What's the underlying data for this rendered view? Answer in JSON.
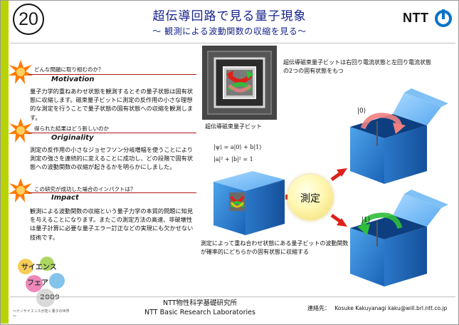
{
  "badge_number": "20",
  "title": {
    "main": "超伝導回路で見る量子現象",
    "sub": "～ 観測による波動関数の収縮を見る～"
  },
  "brand": {
    "name": "NTT"
  },
  "sections": [
    {
      "question": "どんな問題に取り組むのか？",
      "english": "Motivation",
      "body": "量子力学的重ねあわせ状態を観測するとその量子状態は固有状態に収縮します。磁束量子ビットに測定の反作用の小さな理想的な測定を行うことで量子状態の固有状態への収縮を観測します。"
    },
    {
      "question": "得られた結果はどう新しいのか",
      "english": "Originality",
      "body": "測定の反作用の小さなジョセフソン分岐増幅を使うことにより測定の強さを連続的に変えることに成功し、どの段階で固有状態への波動関数の収縮が起きるかを明らかにしました。"
    },
    {
      "question": "この研究が成功した場合のインパクトは？",
      "english": "Impact",
      "body": "観測による波動関数の収縮という量子力学の本質的問題に知見を与えることになります。またこの測定方法の高速、非破壊性は量子計算に必要な量子エラー訂正などの実現にも欠かせない技術です。"
    }
  ],
  "diagram": {
    "photo_caption": "超伝導磁束量子ビット",
    "top_note": "超伝導磁束量子ビットは右回り電流状態と左回り電流状態の2つの固有状態をもつ",
    "formula_state": "|ψ⟩ = a|0⟩ + b|1⟩",
    "formula_norm": "|a|² + |b|² = 1",
    "measure_label": "測定",
    "ket_zero": "|0⟩",
    "ket_one": "|1⟩",
    "bottom_note": "測定によって重ね合わせ状態にある量子ビットの波動関数が確率的にどちらかの固有状態に収縮する"
  },
  "footer": {
    "org_ja": "NTT物性科学基礎研究所",
    "org_en": "NTT Basic Research Laboratories",
    "contact_label": "連絡先：",
    "contact_value": "Kosuke Kakuyanagi  kaku@will.brl.ntt.co.jp"
  },
  "event_logo": {
    "line1": "サイエンス",
    "line2": "フェア",
    "year": "2009",
    "tagline": "～ナノサイエンスが拓く量子の世界～"
  },
  "colors": {
    "title": "#16238a",
    "accent_bar": "#b8d400",
    "cube_face": "#2f86d6",
    "arrow_red": "#e0201a",
    "measure_fill": "#fff7b0"
  }
}
